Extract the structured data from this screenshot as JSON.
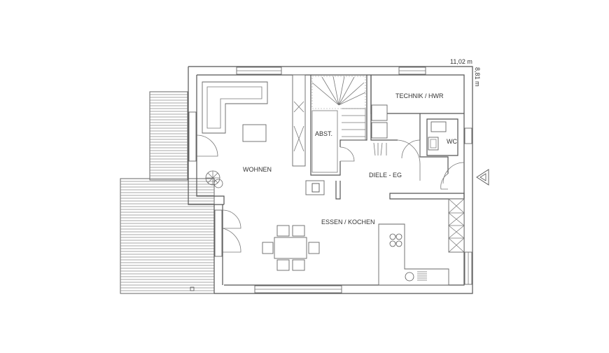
{
  "plan": {
    "dimension_width": "11,02 m",
    "dimension_depth": "8,81 m",
    "rooms": {
      "wohnen": "WOHNEN",
      "technik_hwr": "TECHNIK / HWR",
      "abst": "ABST.",
      "wc": "WC",
      "diele_eg": "DIELE - EG",
      "essen_kochen": "ESSEN / KOCHEN"
    }
  }
}
